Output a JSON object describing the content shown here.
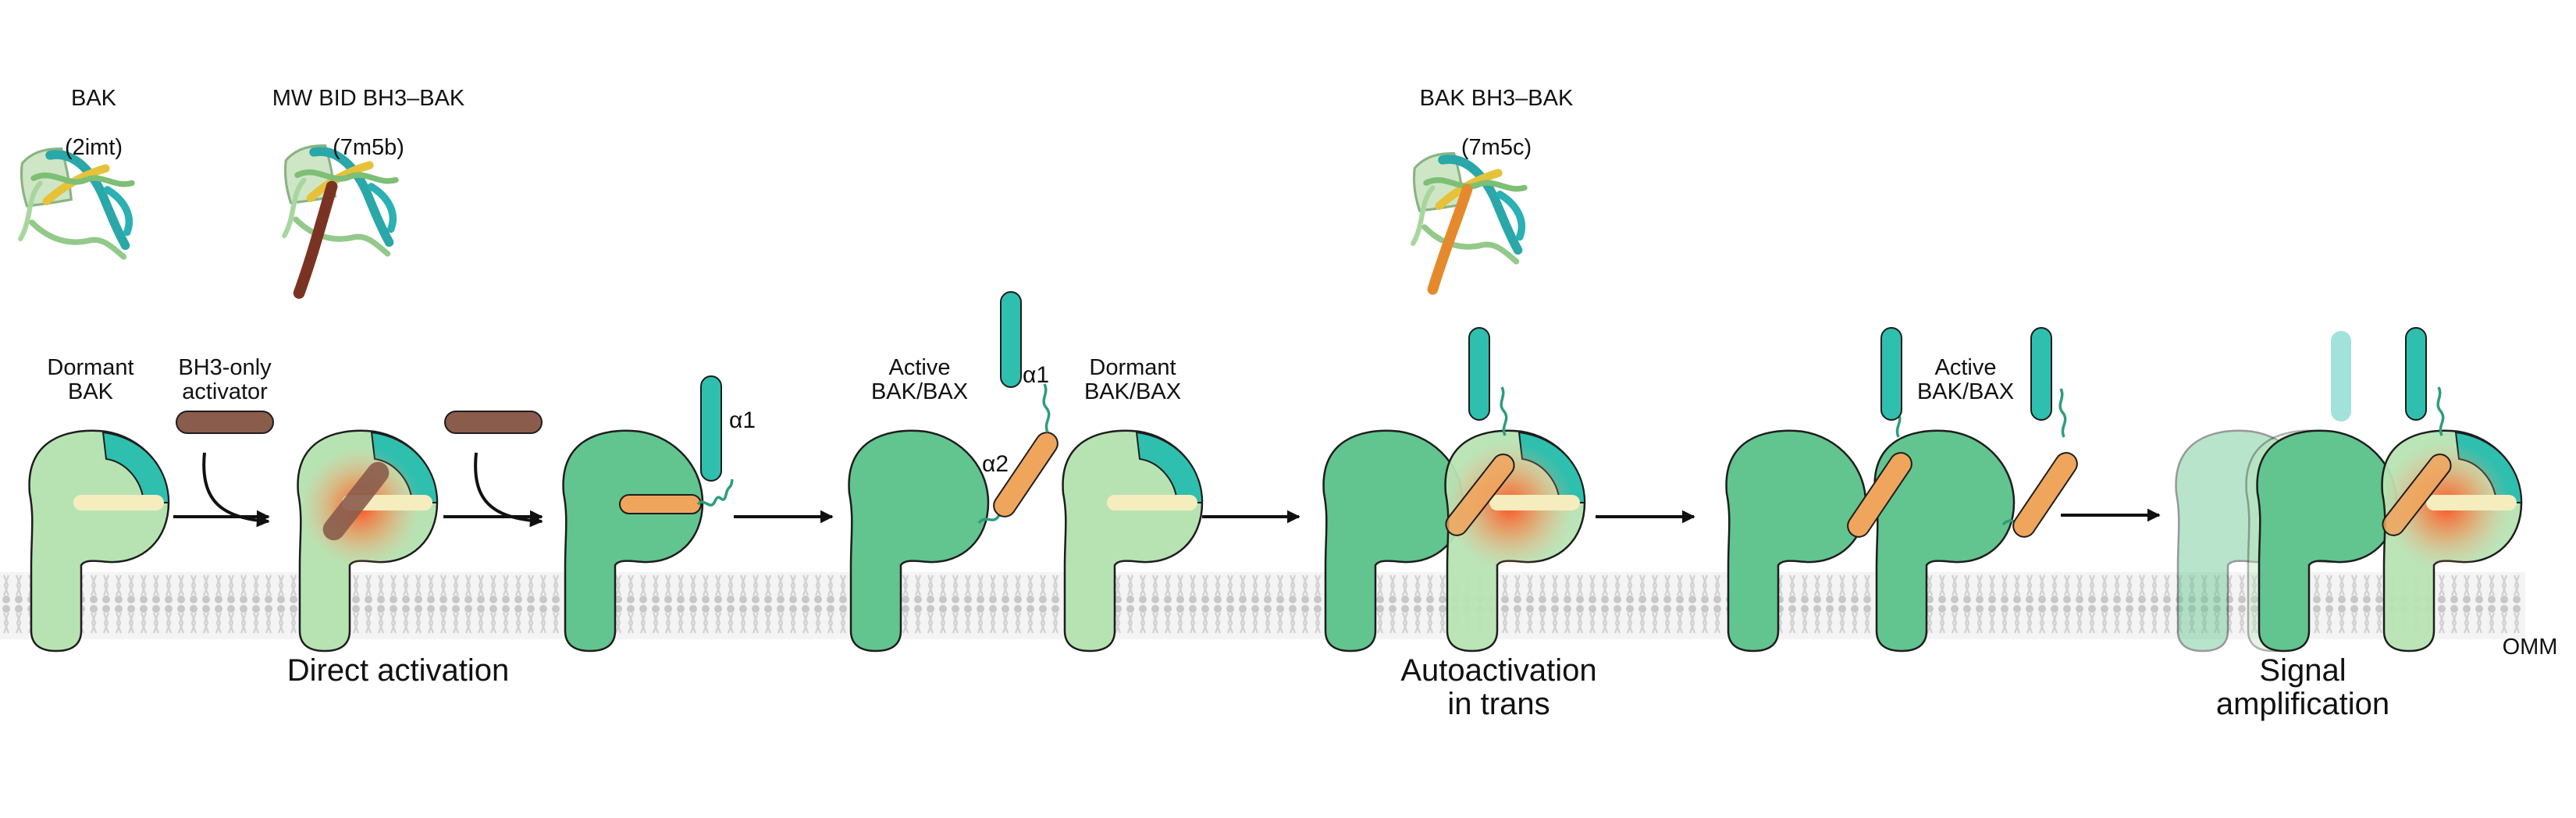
{
  "structures": [
    {
      "name": "BAK",
      "pdb": "(2imt)"
    },
    {
      "name": "MW BID BH3–BAK",
      "pdb": "(7m5b)"
    },
    {
      "name": "BAK BH3–BAK",
      "pdb": "(7m5c)"
    }
  ],
  "labels": {
    "dormant_bak": "Dormant\nBAK",
    "bh3_activator": "BH3-only\nactivator",
    "active_1": "Active\nBAK/BAX",
    "dormant_2": "Dormant\nBAK/BAX",
    "active_2": "Active\nBAK/BAX",
    "alpha1_a": "α1",
    "alpha1_b": "α1",
    "alpha2": "α2"
  },
  "stages": {
    "direct": "Direct activation",
    "auto": "Autoactivation\nin trans",
    "signal": "Signal\namplification"
  },
  "membrane_label": "OMM",
  "colors": {
    "dormant": "#b7e3b3",
    "active": "#62c48e",
    "alpha1": "#2fbfae",
    "alpha2": "#f0a55d",
    "activator": "#8a5c4c",
    "groove": "#f6edbe",
    "glow": "#ff5a28"
  }
}
